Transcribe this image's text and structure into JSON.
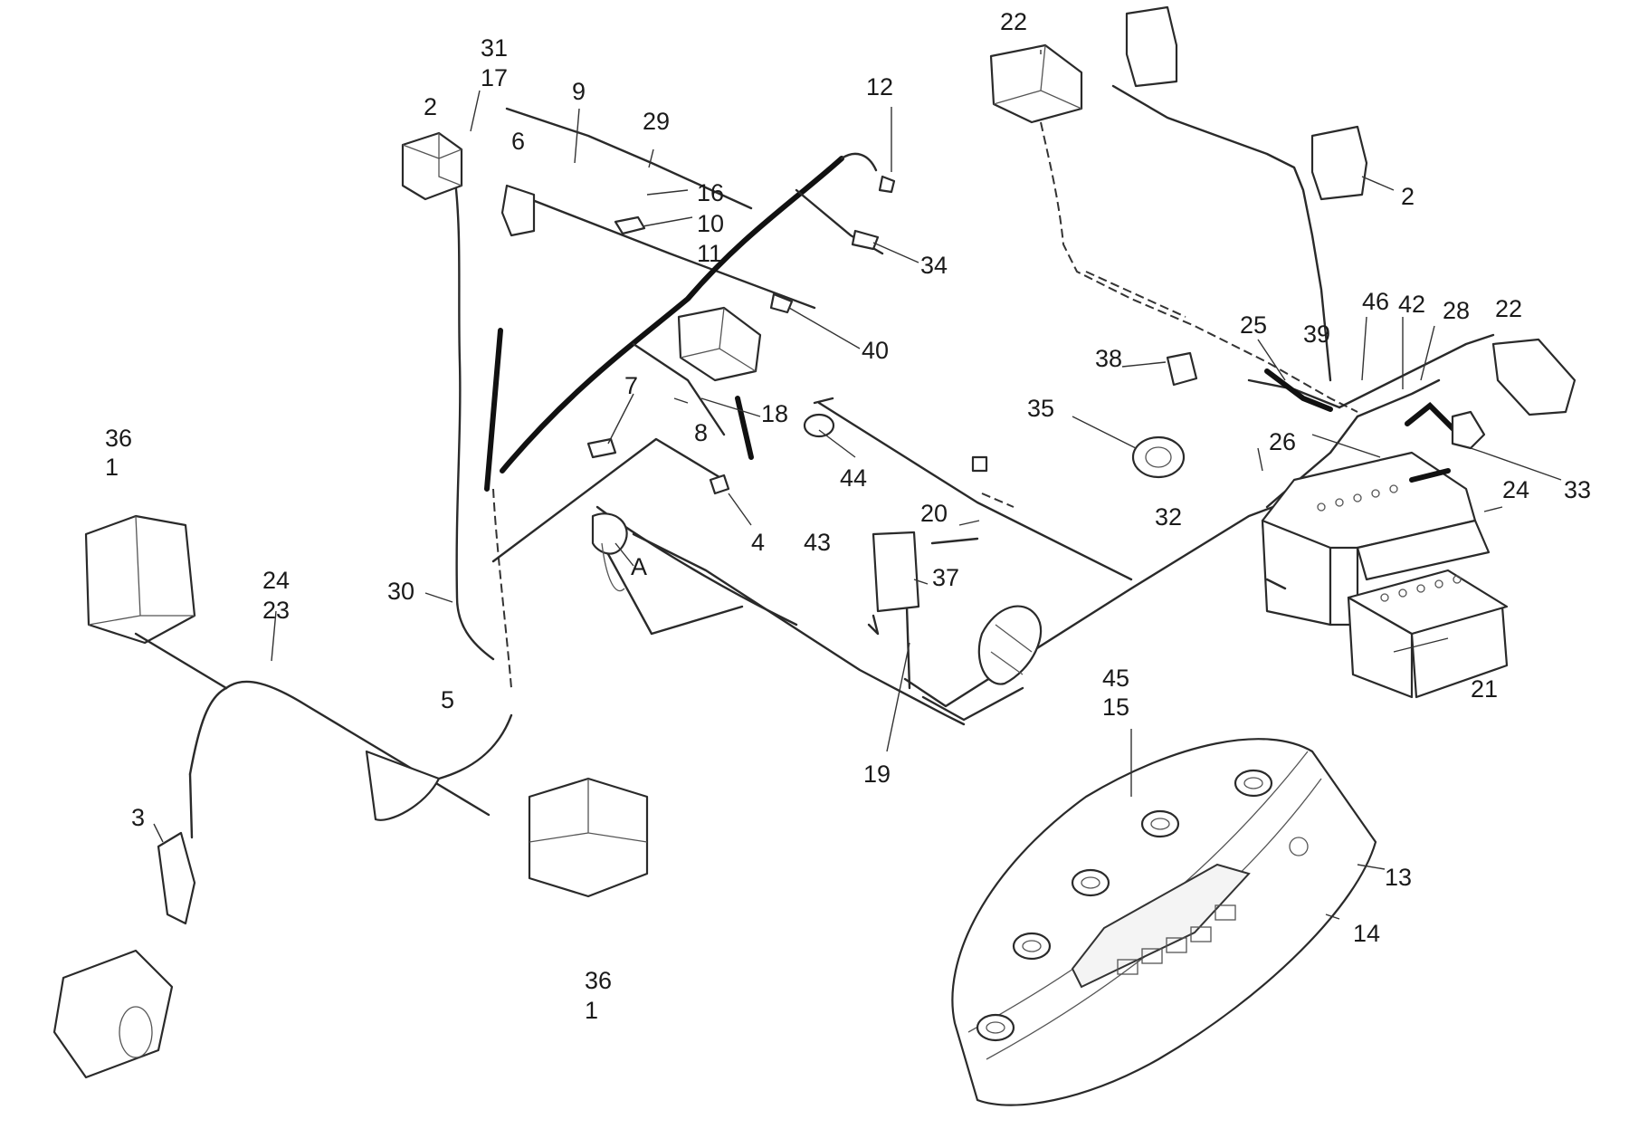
{
  "labels": [
    {
      "id": "l-31",
      "text": "31"
    },
    {
      "id": "l-17",
      "text": "17"
    },
    {
      "id": "l-2a",
      "text": "2"
    },
    {
      "id": "l-9",
      "text": "9"
    },
    {
      "id": "l-6",
      "text": "6"
    },
    {
      "id": "l-29",
      "text": "29"
    },
    {
      "id": "l-16",
      "text": "16"
    },
    {
      "id": "l-10",
      "text": "10"
    },
    {
      "id": "l-11",
      "text": "11"
    },
    {
      "id": "l-12",
      "text": "12"
    },
    {
      "id": "l-34",
      "text": "34"
    },
    {
      "id": "l-40",
      "text": "40"
    },
    {
      "id": "l-22a",
      "text": "22"
    },
    {
      "id": "l-2b",
      "text": "2"
    },
    {
      "id": "l-46",
      "text": "46"
    },
    {
      "id": "l-42",
      "text": "42"
    },
    {
      "id": "l-28",
      "text": "28"
    },
    {
      "id": "l-22b",
      "text": "22"
    },
    {
      "id": "l-39",
      "text": "39"
    },
    {
      "id": "l-25",
      "text": "25"
    },
    {
      "id": "l-38",
      "text": "38"
    },
    {
      "id": "l-35",
      "text": "35"
    },
    {
      "id": "l-26",
      "text": "26"
    },
    {
      "id": "l-33",
      "text": "33"
    },
    {
      "id": "l-24a",
      "text": "24"
    },
    {
      "id": "l-32",
      "text": "32"
    },
    {
      "id": "l-21",
      "text": "21"
    },
    {
      "id": "l-7",
      "text": "7"
    },
    {
      "id": "l-8",
      "text": "8"
    },
    {
      "id": "l-18",
      "text": "18"
    },
    {
      "id": "l-44",
      "text": "44"
    },
    {
      "id": "l-20",
      "text": "20"
    },
    {
      "id": "l-4",
      "text": "4"
    },
    {
      "id": "l-43",
      "text": "43"
    },
    {
      "id": "l-37",
      "text": "37"
    },
    {
      "id": "l-A",
      "text": "A"
    },
    {
      "id": "l-36a",
      "text": "36"
    },
    {
      "id": "l-1a",
      "text": "1"
    },
    {
      "id": "l-24b",
      "text": "24"
    },
    {
      "id": "l-23",
      "text": "23"
    },
    {
      "id": "l-30",
      "text": "30"
    },
    {
      "id": "l-5",
      "text": "5"
    },
    {
      "id": "l-19",
      "text": "19"
    },
    {
      "id": "l-45",
      "text": "45"
    },
    {
      "id": "l-15",
      "text": "15"
    },
    {
      "id": "l-13",
      "text": "13"
    },
    {
      "id": "l-14",
      "text": "14"
    },
    {
      "id": "l-3",
      "text": "3"
    },
    {
      "id": "l-36b",
      "text": "36"
    },
    {
      "id": "l-1b",
      "text": "1"
    }
  ]
}
